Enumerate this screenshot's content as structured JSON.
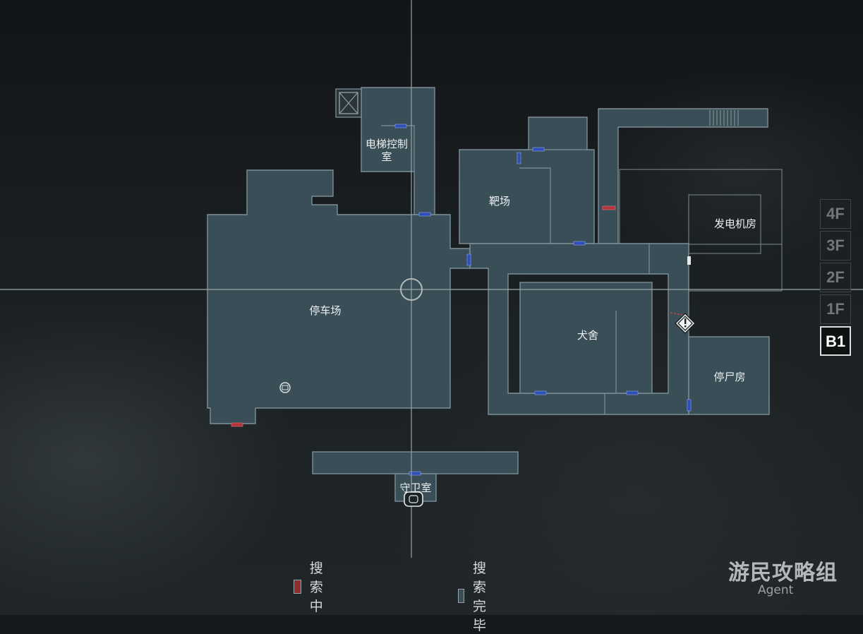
{
  "map": {
    "rooms": {
      "parking": "停车场",
      "elevator_control": "电梯控制室",
      "elevator_control_line1": "电梯控制",
      "elevator_control_line2": "室",
      "shooting_range": "靶场",
      "generator_room": "发电机房",
      "kennel": "犬舍",
      "morgue": "停尸房",
      "guard_room": "守卫室"
    },
    "current_floor": "B1"
  },
  "floors": [
    "4F",
    "3F",
    "2F",
    "1F",
    "B1"
  ],
  "legend": {
    "searching": {
      "label": "搜索中",
      "color": "#8c2e32"
    },
    "completed": {
      "label": "搜索完毕",
      "color": "#3a4e57"
    }
  },
  "watermark": {
    "main": "游民攻略组",
    "sub": "Agent"
  },
  "colors": {
    "room_fill": "#3a4e57",
    "door_blue": "#2f4fb8",
    "door_red": "#b3343a",
    "background": "#15191b"
  },
  "icons": {
    "elevator": "elevator-icon",
    "save_point": "typewriter-icon",
    "hazard": "warning-icon",
    "item_box": "item-box-icon",
    "player_position": "crosshair-icon"
  }
}
